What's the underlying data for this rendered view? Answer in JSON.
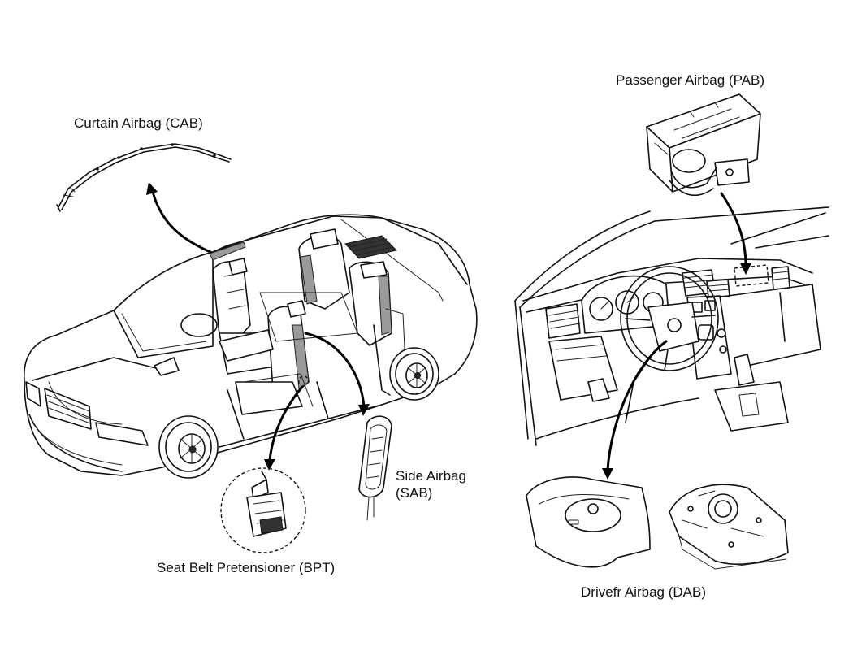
{
  "labels": {
    "curtain_airbag": "Curtain Airbag (CAB)",
    "passenger_airbag": "Passenger Airbag (PAB)",
    "side_airbag_line1": "Side Airbag",
    "side_airbag_line2": "(SAB)",
    "seat_belt_pretensioner": "Seat Belt Pretensioner (BPT)",
    "driver_airbag": "Drivefr Airbag (DAB)"
  },
  "colors": {
    "line": "#111111",
    "shade": "#9a9a9a",
    "background": "#ffffff"
  }
}
